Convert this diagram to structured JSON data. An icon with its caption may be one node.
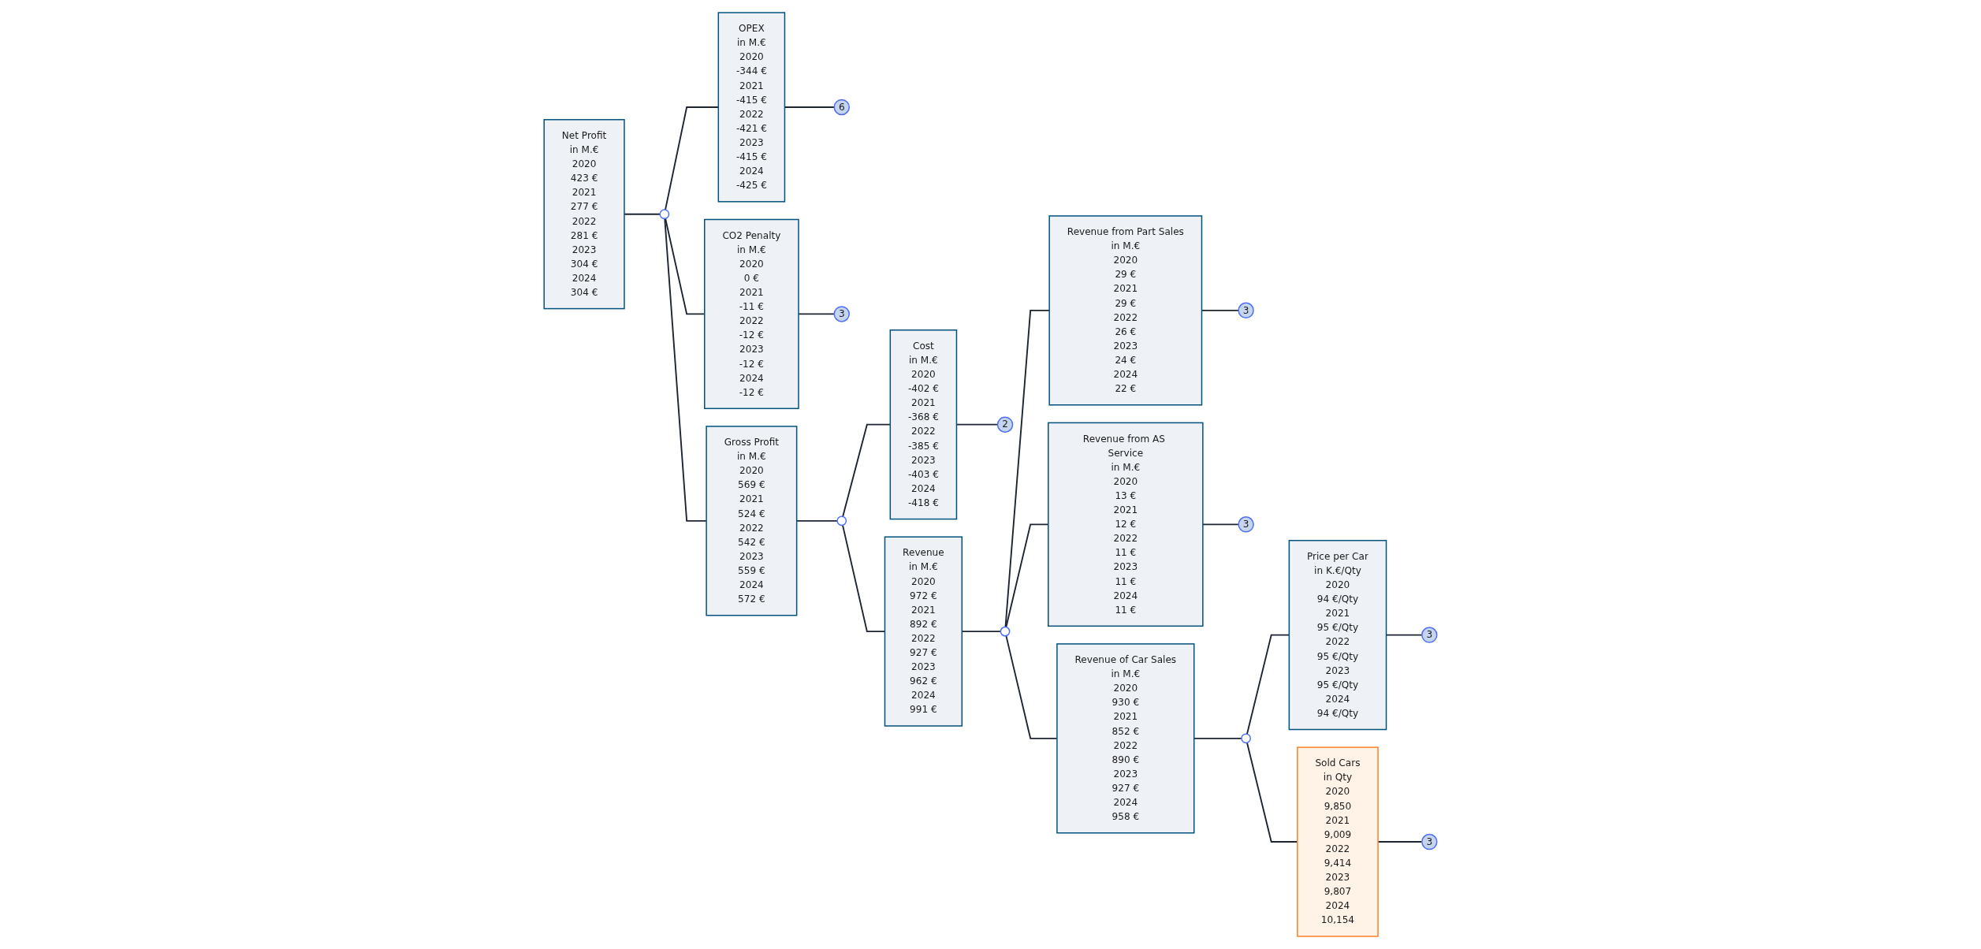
{
  "diagram": {
    "nodes": [
      {
        "text": [
          "Net Profit",
          "in M.€",
          "2020",
          "423 €",
          "2021",
          "277 €",
          "2022",
          "281 €",
          "2023",
          "304 €",
          "2024",
          "304 €"
        ]
      },
      {
        "text": [],
        "shape": "circle"
      },
      {
        "text": [
          "Gross Profit",
          "in M.€",
          "2020",
          "569 €",
          "2021",
          "524 €",
          "2022",
          "542 €",
          "2023",
          "559 €",
          "2024",
          "572 €"
        ]
      },
      {
        "text": [
          "OPEX",
          "in M.€",
          "2020",
          "-344 €",
          "2021",
          "-415 €",
          "2022",
          "-421 €",
          "2023",
          "-415 €",
          "2024",
          "-425 €"
        ]
      },
      {
        "text": [
          "CO2 Penalty",
          "in M.€",
          "2020",
          "0 €",
          "2021",
          "-11 €",
          "2022",
          "-12 €",
          "2023",
          "-12 €",
          "2024",
          "-12 €"
        ]
      },
      {
        "text": [
          "6"
        ]
      },
      {
        "text": [
          "3"
        ]
      },
      {
        "text": [],
        "shape": "circle"
      },
      {
        "text": [
          "Revenue",
          "in M.€",
          "2020",
          "972 €",
          "2021",
          "892 €",
          "2022",
          "927 €",
          "2023",
          "962 €",
          "2024",
          "991 €"
        ]
      },
      {
        "text": [
          "Cost",
          "in M.€",
          "2020",
          "-402 €",
          "2021",
          "-368 €",
          "2022",
          "-385 €",
          "2023",
          "-403 €",
          "2024",
          "-418 €"
        ]
      },
      {
        "text": [
          "2"
        ]
      },
      {
        "text": [],
        "shape": "circle"
      },
      {
        "text": [
          "Revenue of Car Sales",
          "in M.€",
          "2020",
          "930 €",
          "2021",
          "852 €",
          "2022",
          "890 €",
          "2023",
          "927 €",
          "2024",
          "958 €"
        ]
      },
      {
        "text": [
          "Revenue from Part Sales",
          "in M.€",
          "2020",
          "29 €",
          "2021",
          "29 €",
          "2022",
          "26 €",
          "2023",
          "24 €",
          "2024",
          "22 €"
        ]
      },
      {
        "text": [
          "Revenue from AS Service",
          "in M.€",
          "2020",
          "13 €",
          "2021",
          "12 €",
          "2022",
          "11 €",
          "2023",
          "11 €",
          "2024",
          "11 €"
        ]
      },
      {
        "text": [
          "3"
        ]
      },
      {
        "text": [
          "3"
        ]
      },
      {
        "text": [],
        "shape": "circle"
      },
      {
        "text": [
          "Price per Car",
          "in K.€/Qty",
          "2020",
          "94 €/Qty",
          "2021",
          "95 €/Qty",
          "2022",
          "95 €/Qty",
          "2023",
          "95 €/Qty",
          "2024",
          "94 €/Qty"
        ]
      },
      {
        "text": [
          "Sold Cars",
          "in Qty",
          "2020",
          "9,850",
          "2021",
          "9,009",
          "2022",
          "9,414",
          "2023",
          "9,807",
          "2024",
          "10,154"
        ]
      },
      {
        "text": [
          "3"
        ]
      },
      {
        "text": [
          "3"
        ]
      }
    ],
    "edges": [
      {
        "from": 0,
        "to": 1,
        "arrow": "none"
      },
      {
        "from": 1,
        "to": 2,
        "arrow": "none"
      },
      {
        "from": 1,
        "to": 3,
        "arrow": "none"
      },
      {
        "from": 1,
        "to": 4,
        "arrow": "none"
      },
      {
        "from": 3,
        "to": 5,
        "arrow": "none"
      },
      {
        "from": 4,
        "to": 6,
        "arrow": "none"
      },
      {
        "from": 2,
        "to": 7,
        "arrow": "none"
      },
      {
        "from": 7,
        "to": 8,
        "arrow": "none"
      },
      {
        "from": 7,
        "to": 9,
        "arrow": "none"
      },
      {
        "from": 9,
        "to": 10,
        "arrow": "none"
      },
      {
        "from": 8,
        "to": 11,
        "arrow": "none"
      },
      {
        "from": 11,
        "to": 12,
        "arrow": "none"
      },
      {
        "from": 11,
        "to": 13,
        "arrow": "none"
      },
      {
        "from": 11,
        "to": 14,
        "arrow": "none"
      },
      {
        "from": 13,
        "to": 15,
        "arrow": "none"
      },
      {
        "from": 14,
        "to": 16,
        "arrow": "none"
      },
      {
        "from": 12,
        "to": 17,
        "arrow": "none"
      },
      {
        "from": 17,
        "to": 18,
        "arrow": "none"
      },
      {
        "from": 17,
        "to": 19,
        "arrow": "none"
      },
      {
        "from": 18,
        "to": 20,
        "arrow": "none"
      },
      {
        "from": 19,
        "to": 21,
        "arrow": "none"
      }
    ]
  }
}
